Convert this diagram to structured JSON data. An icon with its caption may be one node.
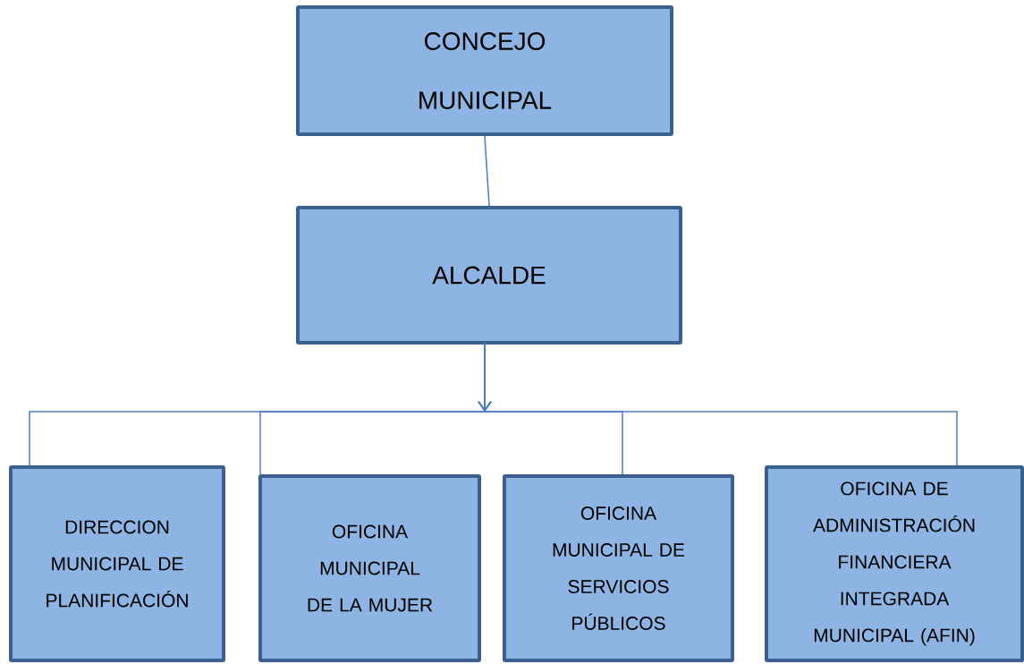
{
  "diagram": {
    "nodes": [
      {
        "text": [
          "CONCEJO MUNICIPAL"
        ]
      },
      {
        "text": [
          "ALCALDE"
        ]
      },
      {
        "text": [
          "DIRECCION MUNICIPAL DE PLANIFICACIÓN"
        ]
      },
      {
        "text": [
          "OFICINA MUNICIPAL DE LA MUJER"
        ]
      },
      {
        "text": [
          "OFICINA MUNICIPAL DE SERVICIOS PÚBLICOS"
        ]
      },
      {
        "text": [
          "OFICINA DE ADMINISTRACIÓN FINANCIERA INTEGRADA MUNICIPAL (AFIN)"
        ]
      }
    ],
    "edges": [
      {
        "from": 0,
        "to": 1,
        "arrow": "none"
      },
      {
        "from": 1,
        "to": 2,
        "arrow": "to"
      },
      {
        "from": 1,
        "to": 3,
        "arrow": "to"
      },
      {
        "from": 1,
        "to": 4,
        "arrow": "to"
      },
      {
        "from": 1,
        "to": 5,
        "arrow": "to"
      }
    ]
  }
}
